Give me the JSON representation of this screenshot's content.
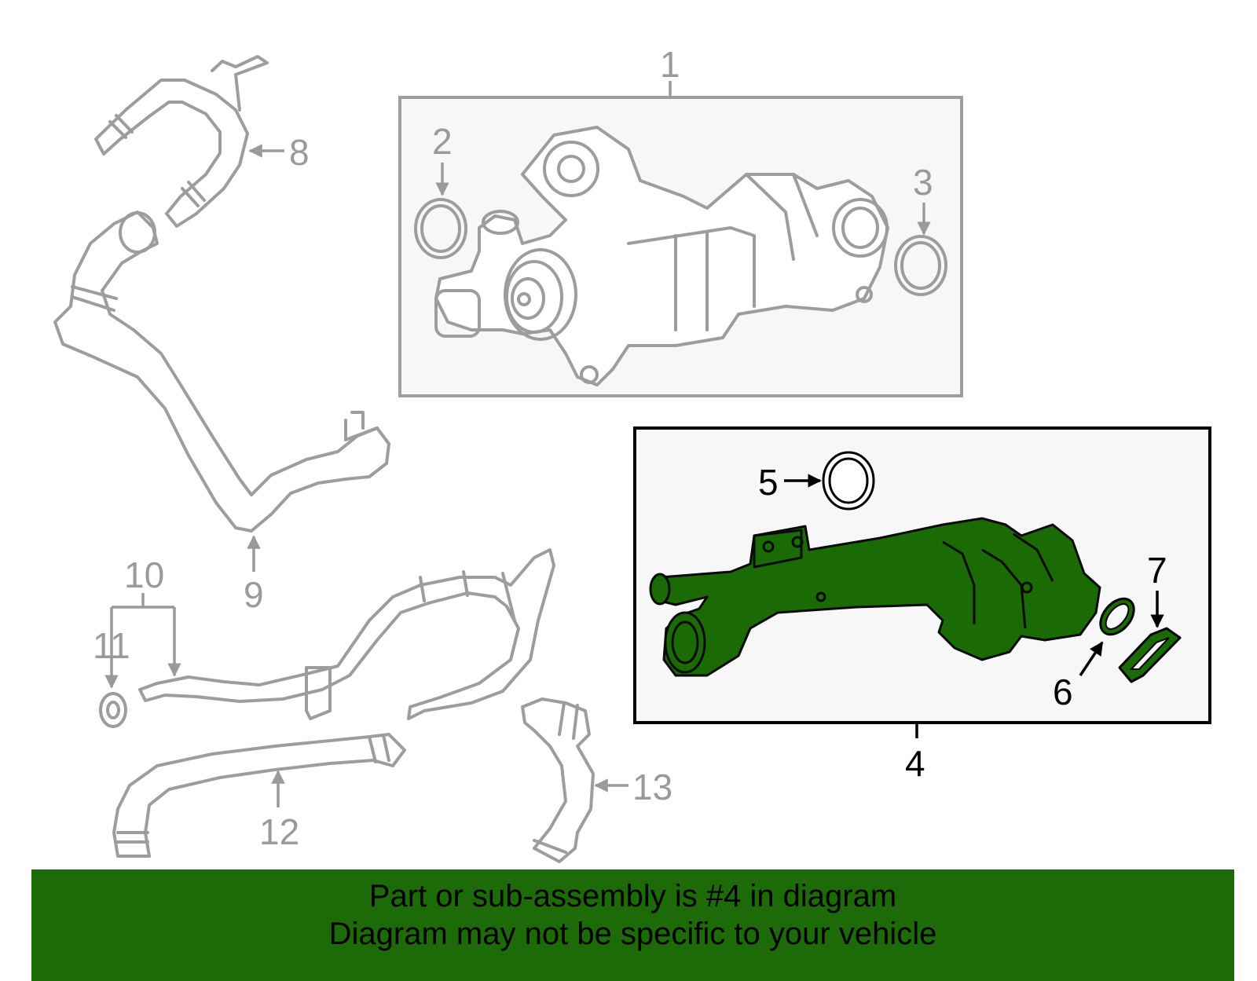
{
  "callouts": {
    "c1": "1",
    "c2": "2",
    "c3": "3",
    "c4": "4",
    "c5": "5",
    "c6": "6",
    "c7": "7",
    "c8": "8",
    "c9": "9",
    "c10": "10",
    "c11": "11",
    "c12": "12",
    "c13": "13"
  },
  "banner": {
    "line1": "Part or sub-assembly is #4 in diagram",
    "line2": "Diagram may not be specific to your vehicle"
  },
  "colors": {
    "highlight_green": "#1d6b08",
    "part_gray": "#9d9d9d",
    "box_fill": "#f7f7f7"
  }
}
